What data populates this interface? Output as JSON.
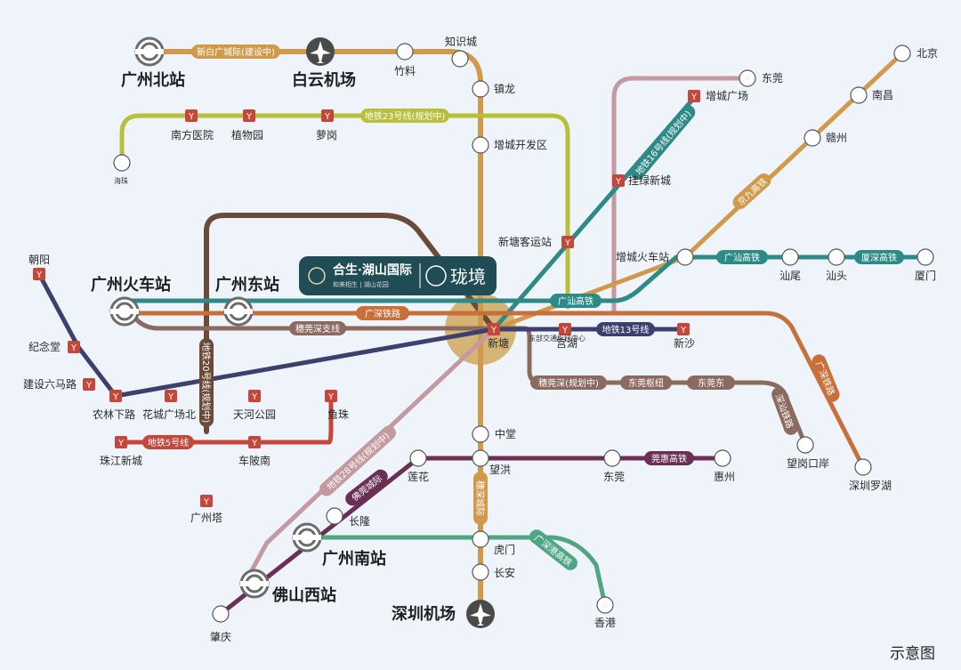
{
  "legend_text": "示意图",
  "brand": {
    "title": "合生·湖山国际",
    "subtitle": "和美相生 | 湖山花园",
    "project": "珑境"
  },
  "colors": {
    "bg": "#eef4fa",
    "brown": "#6b4a3a",
    "gold": "#d19a4b",
    "olive": "#b7bf3c",
    "pink": "#c49aa0",
    "teal": "#2e8a86",
    "red": "#c5463a",
    "navy": "#3d3f6e",
    "orange": "#c9703a",
    "maroon": "#6b2f56",
    "taupe": "#8b6a5f",
    "green": "#4ea684",
    "xinlink": "#7a9fa0",
    "hub_fill": "#cfa85f",
    "brand_fill": "#1f4c55"
  },
  "hubs": {
    "gz_north": "广州北站",
    "baiyun": "白云机场",
    "gz_station": "广州火车站",
    "gz_east": "广州东站",
    "gz_south": "广州南站",
    "foshan_west": "佛山西站",
    "sz_airport": "深圳机场"
  },
  "stations": {
    "zhishicheng": "知识城",
    "zhuliao": "竹料",
    "zhenlong": "镇龙",
    "zengcheng_kfq": "增城开发区",
    "xintang_keyun": "新塘客运站",
    "xintang": "新塘",
    "gonghu": "宫湖",
    "dongbu_hub": "东部交通枢纽中心",
    "xinsha": "新沙",
    "zengcheng_station": "增城火车站",
    "guali_xincheng": "挂绿新城",
    "zengcheng_plaza": "增城广场",
    "dongguan_top": "东莞",
    "beijing": "北京",
    "nanchang": "南昌",
    "ganzhou": "赣州",
    "shanwei": "汕尾",
    "shantou": "汕头",
    "xiamen": "厦门",
    "chaoyang": "朝阳",
    "jinian_tang": "纪念堂",
    "jianshe_6": "建设六马路",
    "nonglin": "农林下路",
    "huacheng_n": "花城广场北",
    "tianhe_park": "天河公园",
    "yuzhu": "鱼珠",
    "zhujiang_xc": "珠江新城",
    "chebei_s": "车陂南",
    "gz_tower": "广州塔",
    "nanfang_hosp": "南方医院",
    "zhiwuyuan": "植物园",
    "luogang": "萝岗",
    "haizhu": "海珠",
    "zhongtang": "中堂",
    "wanghong": "望洪",
    "lianhua": "莲花",
    "dongguan_mid": "东莞",
    "huizhou": "惠州",
    "changlong": "长隆",
    "humen": "虎门",
    "chang_an": "长安",
    "hongkong": "香港",
    "zhaoqing": "肇庆",
    "wanggang": "望岗口岸",
    "sz_luohu": "深圳罗湖"
  },
  "line_tags": {
    "xinbai": "新白广城际(建设中)",
    "metro23": "地铁23号线(规划中)",
    "metro16": "地铁16号线(规划中)",
    "jingjiu": "京九高铁",
    "guangshan_e": "广汕高铁",
    "xiashen": "厦深高铁",
    "guangshan_w": "广汕高铁",
    "guangshen_rail": "广深铁路",
    "suiguanshen_branch": "穗莞深支线",
    "metro13": "地铁13号线",
    "suiguanshen_plan": "穗莞深(规划中)",
    "dongguan_hub": "东莞枢纽",
    "dongguan_east": "东莞东",
    "shenshan": "深汕铁路",
    "guangshen_road": "广深铁路",
    "metro20": "地铁20号线(规划中)",
    "metro5": "地铁5号线",
    "metro28": "地铁28号线(规划中)",
    "foguan": "佛莞城际",
    "guanhui": "莞惠高铁",
    "suishen": "穗深城际",
    "guangshengang": "广深港高铁"
  }
}
